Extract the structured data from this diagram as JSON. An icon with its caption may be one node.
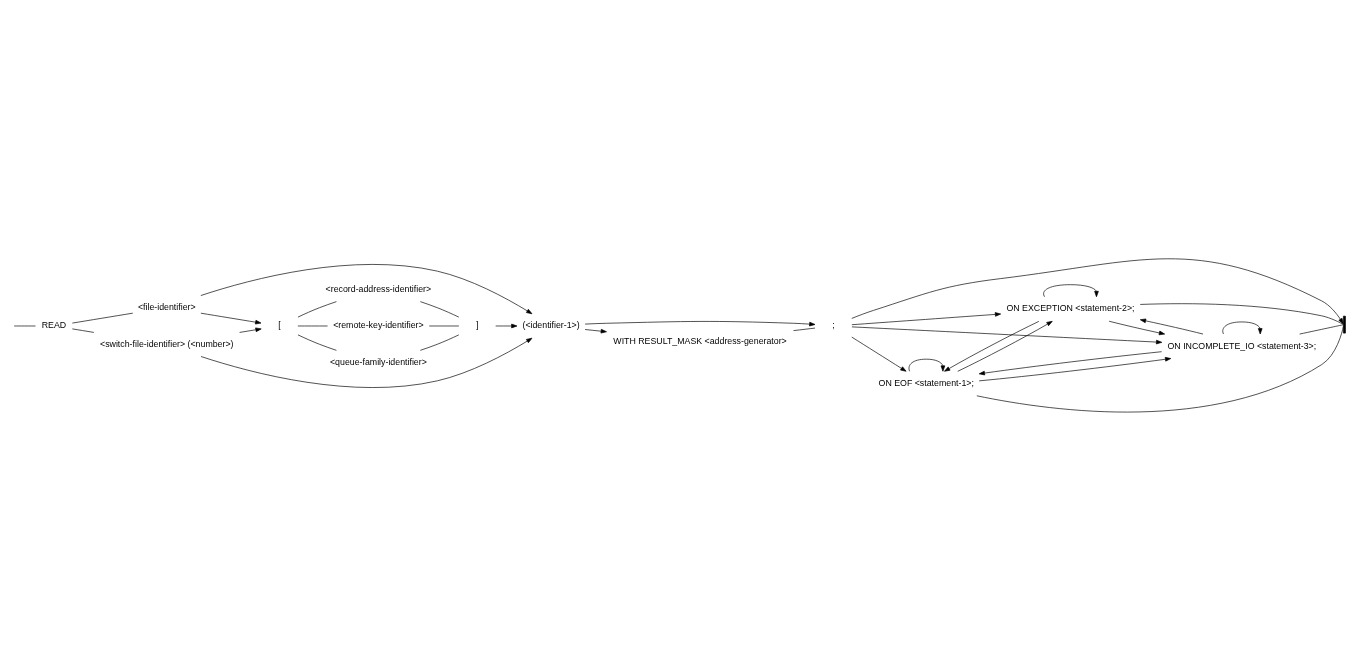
{
  "diagram": {
    "nodes": [
      {
        "text": [
          "READ"
        ]
      },
      {
        "text": [
          "<file-identifier>"
        ]
      },
      {
        "text": [
          "<switch-file-identifier> (<number>)"
        ]
      },
      {
        "text": [
          "["
        ]
      },
      {
        "text": [
          "<record-address-identifier>"
        ]
      },
      {
        "text": [
          "<remote-key-identifier>"
        ]
      },
      {
        "text": [
          "<queue-family-identifier>"
        ]
      },
      {
        "text": [
          "]"
        ]
      },
      {
        "text": [
          "(<identifier-1>)"
        ]
      },
      {
        "text": [
          "WITH RESULT_MASK <address-generator>"
        ]
      },
      {
        "text": [
          ";"
        ]
      },
      {
        "text": [
          "ON EOF <statement-1>;"
        ]
      },
      {
        "text": [
          "ON EXCEPTION <statement-2>;"
        ]
      },
      {
        "text": [
          "ON INCOMPLETE_IO <statement-3>;"
        ]
      },
      {
        "text": [],
        "shape": "bar"
      }
    ],
    "edges": [
      {
        "from": null,
        "to": 0,
        "arrow": "none"
      },
      {
        "from": 0,
        "to": 1,
        "arrow": "none"
      },
      {
        "from": 0,
        "to": 2,
        "arrow": "none"
      },
      {
        "from": 1,
        "to": 3,
        "arrow": "to"
      },
      {
        "from": 1,
        "to": 8,
        "arrow": "to"
      },
      {
        "from": 2,
        "to": 3,
        "arrow": "to"
      },
      {
        "from": 2,
        "to": 8,
        "arrow": "to"
      },
      {
        "from": 3,
        "to": 4,
        "arrow": "none"
      },
      {
        "from": 3,
        "to": 5,
        "arrow": "none"
      },
      {
        "from": 3,
        "to": 6,
        "arrow": "none"
      },
      {
        "from": 4,
        "to": 7,
        "arrow": "none"
      },
      {
        "from": 5,
        "to": 7,
        "arrow": "none"
      },
      {
        "from": 6,
        "to": 7,
        "arrow": "none"
      },
      {
        "from": 7,
        "to": 8,
        "arrow": "to"
      },
      {
        "from": 8,
        "to": 9,
        "arrow": "to"
      },
      {
        "from": 8,
        "to": 10,
        "arrow": "to"
      },
      {
        "from": 9,
        "to": 10,
        "arrow": "none"
      },
      {
        "from": 10,
        "to": 11,
        "arrow": "to"
      },
      {
        "from": 10,
        "to": 12,
        "arrow": "to"
      },
      {
        "from": 10,
        "to": 13,
        "arrow": "to"
      },
      {
        "from": 10,
        "to": 14,
        "arrow": "to"
      },
      {
        "from": 11,
        "to": 14,
        "arrow": "none"
      },
      {
        "from": 12,
        "to": 14,
        "arrow": "none"
      },
      {
        "from": 13,
        "to": 14,
        "arrow": "none"
      },
      {
        "from": 11,
        "to": 11,
        "arrow": "to"
      },
      {
        "from": 11,
        "to": 12,
        "arrow": "to"
      },
      {
        "from": 11,
        "to": 13,
        "arrow": "to"
      },
      {
        "from": 12,
        "to": 11,
        "arrow": "to"
      },
      {
        "from": 12,
        "to": 12,
        "arrow": "to"
      },
      {
        "from": 12,
        "to": 13,
        "arrow": "to"
      },
      {
        "from": 13,
        "to": 11,
        "arrow": "to"
      },
      {
        "from": 13,
        "to": 12,
        "arrow": "to"
      },
      {
        "from": 13,
        "to": 13,
        "arrow": "to"
      }
    ]
  }
}
